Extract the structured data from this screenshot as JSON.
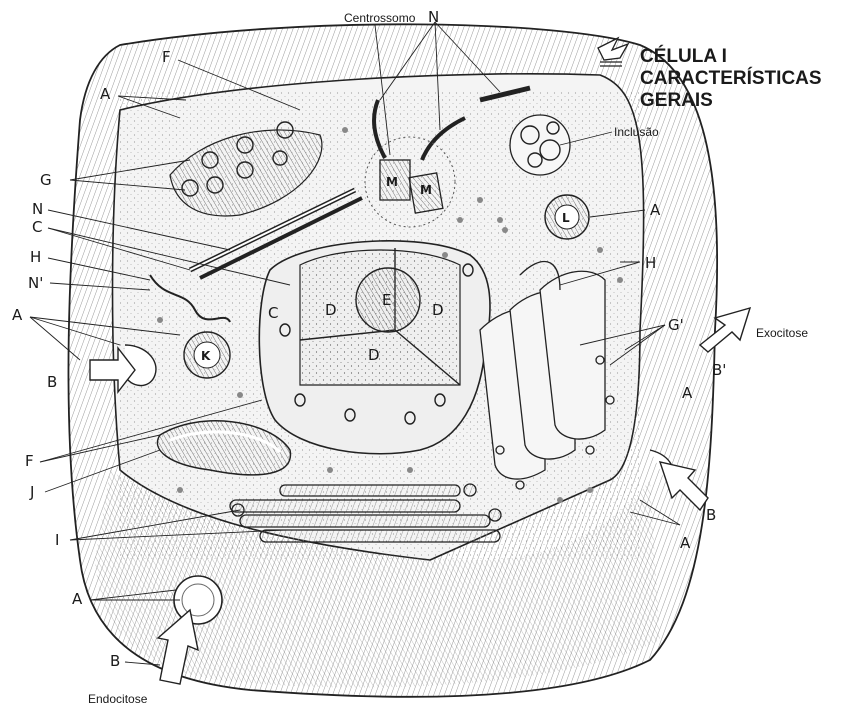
{
  "title_lines": [
    "CÉLULA I",
    "CARACTERÍSTICAS",
    "GERAIS"
  ],
  "names": {
    "centrossomo": "Centrossomo",
    "inclusao": "Inclusão",
    "exocitose": "Exocitose",
    "endocitose": "Endocitose"
  },
  "letters": {
    "A": "A",
    "B": "B",
    "B1": "B'",
    "C": "C",
    "D": "D",
    "E": "E",
    "F": "F",
    "G": "G",
    "G1": "G'",
    "H": "H",
    "I": "I",
    "J": "J",
    "K": "K",
    "L": "L",
    "M": "M",
    "N": "N",
    "N1": "N'"
  },
  "colors": {
    "ink": "#222222",
    "paper": "#ffffff",
    "shade": "#cfcfcf",
    "dark": "#8a8a8a"
  }
}
